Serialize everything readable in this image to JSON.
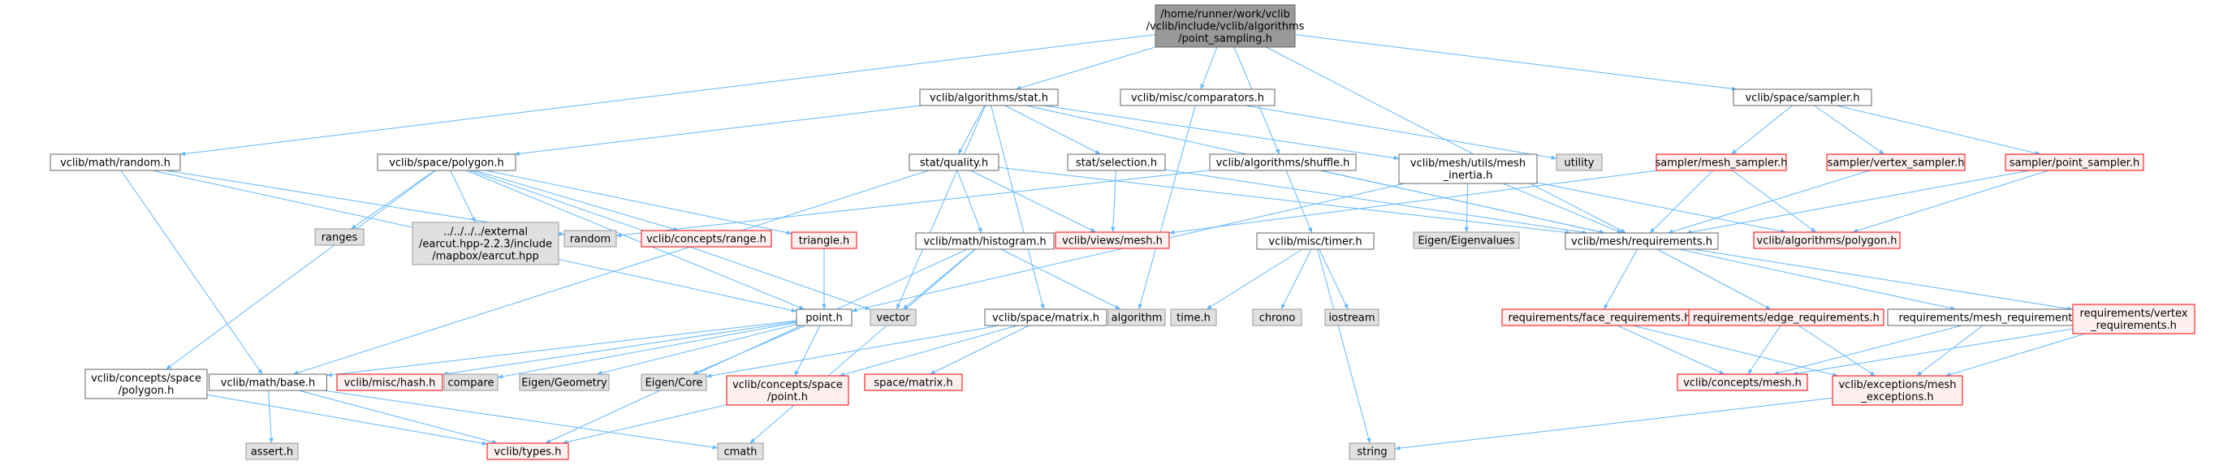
{
  "style": {
    "edge": "#63b8ff",
    "root_fill": "#999999",
    "root_stroke": "#666666",
    "doc_fill": "#ffffff",
    "doc_stroke": "#666666",
    "nodoc_fill": "#fff0f0",
    "nodoc_stroke": "#ff0000",
    "sys_fill": "#e0e0e0",
    "sys_stroke": "#999999"
  },
  "nodes": {
    "root": {
      "lines": [
        "/home/runner/work/vclib",
        "/vclib/include/vclib/algorithms",
        "/point_sampling.h"
      ],
      "kind": "root"
    },
    "stat": {
      "lines": [
        "vclib/algorithms/stat.h"
      ],
      "kind": "doc"
    },
    "comparators": {
      "lines": [
        "vclib/misc/comparators.h"
      ],
      "kind": "doc"
    },
    "sampler": {
      "lines": [
        "vclib/space/sampler.h"
      ],
      "kind": "doc"
    },
    "random_h": {
      "lines": [
        "vclib/math/random.h"
      ],
      "kind": "doc"
    },
    "polygon_h": {
      "lines": [
        "vclib/space/polygon.h"
      ],
      "kind": "doc"
    },
    "quality": {
      "lines": [
        "stat/quality.h"
      ],
      "kind": "doc"
    },
    "selection": {
      "lines": [
        "stat/selection.h"
      ],
      "kind": "doc"
    },
    "shuffle": {
      "lines": [
        "vclib/algorithms/shuffle.h"
      ],
      "kind": "doc"
    },
    "inertia": {
      "lines": [
        "vclib/mesh/utils/mesh",
        "_inertia.h"
      ],
      "kind": "doc"
    },
    "utility": {
      "lines": [
        "utility"
      ],
      "kind": "sys"
    },
    "mesh_sampler": {
      "lines": [
        "sampler/mesh_sampler.h"
      ],
      "kind": "nodoc"
    },
    "vertex_sampler": {
      "lines": [
        "sampler/vertex_sampler.h"
      ],
      "kind": "nodoc"
    },
    "point_sampler": {
      "lines": [
        "sampler/point_sampler.h"
      ],
      "kind": "nodoc"
    },
    "ranges": {
      "lines": [
        "ranges"
      ],
      "kind": "sys"
    },
    "earcut": {
      "lines": [
        "../../../../external",
        "/earcut.hpp-2.2.3/include",
        "/mapbox/earcut.hpp"
      ],
      "kind": "sys"
    },
    "random_std": {
      "lines": [
        "random"
      ],
      "kind": "sys"
    },
    "range_h": {
      "lines": [
        "vclib/concepts/range.h"
      ],
      "kind": "nodoc"
    },
    "triangle": {
      "lines": [
        "triangle.h"
      ],
      "kind": "nodoc"
    },
    "views_mesh": {
      "lines": [
        "vclib/views/mesh.h"
      ],
      "kind": "nodoc"
    },
    "histogram": {
      "lines": [
        "vclib/math/histogram.h"
      ],
      "kind": "doc"
    },
    "timer": {
      "lines": [
        "vclib/misc/timer.h"
      ],
      "kind": "doc"
    },
    "eigenvalues": {
      "lines": [
        "Eigen/Eigenvalues"
      ],
      "kind": "sys"
    },
    "requirements": {
      "lines": [
        "vclib/mesh/requirements.h"
      ],
      "kind": "doc"
    },
    "alg_polygon": {
      "lines": [
        "vclib/algorithms/polygon.h"
      ],
      "kind": "nodoc"
    },
    "point_h": {
      "lines": [
        "point.h"
      ],
      "kind": "doc"
    },
    "vector": {
      "lines": [
        "vector"
      ],
      "kind": "sys"
    },
    "algorithm": {
      "lines": [
        "algorithm"
      ],
      "kind": "sys"
    },
    "matrix_h": {
      "lines": [
        "vclib/space/matrix.h"
      ],
      "kind": "doc"
    },
    "time_h": {
      "lines": [
        "time.h"
      ],
      "kind": "sys"
    },
    "chrono": {
      "lines": [
        "chrono"
      ],
      "kind": "sys"
    },
    "iostream": {
      "lines": [
        "iostream"
      ],
      "kind": "sys"
    },
    "face_req": {
      "lines": [
        "requirements/face_requirements.h"
      ],
      "kind": "nodoc"
    },
    "edge_req": {
      "lines": [
        "requirements/edge_requirements.h"
      ],
      "kind": "nodoc"
    },
    "mesh_req": {
      "lines": [
        "requirements/mesh_requirements.h"
      ],
      "kind": "doc"
    },
    "vertex_req": {
      "lines": [
        "requirements/vertex",
        "_requirements.h"
      ],
      "kind": "nodoc"
    },
    "concepts_polygon": {
      "lines": [
        "vclib/concepts/space",
        "/polygon.h"
      ],
      "kind": "doc"
    },
    "base_h": {
      "lines": [
        "vclib/math/base.h"
      ],
      "kind": "doc"
    },
    "hash_h": {
      "lines": [
        "vclib/misc/hash.h"
      ],
      "kind": "nodoc"
    },
    "compare": {
      "lines": [
        "compare"
      ],
      "kind": "sys"
    },
    "eigen_geometry": {
      "lines": [
        "Eigen/Geometry"
      ],
      "kind": "sys"
    },
    "eigen_core": {
      "lines": [
        "Eigen/Core"
      ],
      "kind": "sys"
    },
    "concepts_point": {
      "lines": [
        "vclib/concepts/space",
        "/point.h"
      ],
      "kind": "nodoc"
    },
    "space_matrix": {
      "lines": [
        "space/matrix.h"
      ],
      "kind": "nodoc"
    },
    "concepts_mesh": {
      "lines": [
        "vclib/concepts/mesh.h"
      ],
      "kind": "nodoc"
    },
    "mesh_exceptions": {
      "lines": [
        "vclib/exceptions/mesh",
        "_exceptions.h"
      ],
      "kind": "nodoc"
    },
    "assert_h": {
      "lines": [
        "assert.h"
      ],
      "kind": "sys"
    },
    "types_h": {
      "lines": [
        "vclib/types.h"
      ],
      "kind": "nodoc"
    },
    "cmath": {
      "lines": [
        "cmath"
      ],
      "kind": "sys"
    },
    "string": {
      "lines": [
        "string"
      ],
      "kind": "sys"
    }
  },
  "edges": [
    [
      "root",
      "stat"
    ],
    [
      "root",
      "comparators"
    ],
    [
      "root",
      "sampler"
    ],
    [
      "root",
      "random_h"
    ],
    [
      "root",
      "shuffle"
    ],
    [
      "root",
      "requirements"
    ],
    [
      "stat",
      "polygon_h"
    ],
    [
      "stat",
      "quality"
    ],
    [
      "stat",
      "selection"
    ],
    [
      "stat",
      "inertia"
    ],
    [
      "stat",
      "vector"
    ],
    [
      "stat",
      "matrix_h"
    ],
    [
      "stat",
      "requirements"
    ],
    [
      "comparators",
      "utility"
    ],
    [
      "comparators",
      "algorithm"
    ],
    [
      "sampler",
      "mesh_sampler"
    ],
    [
      "sampler",
      "vertex_sampler"
    ],
    [
      "sampler",
      "point_sampler"
    ],
    [
      "random_h",
      "random_std"
    ],
    [
      "random_h",
      "point_h"
    ],
    [
      "random_h",
      "base_h"
    ],
    [
      "polygon_h",
      "ranges"
    ],
    [
      "polygon_h",
      "earcut"
    ],
    [
      "polygon_h",
      "range_h"
    ],
    [
      "polygon_h",
      "triangle"
    ],
    [
      "polygon_h",
      "point_h"
    ],
    [
      "polygon_h",
      "vector"
    ],
    [
      "polygon_h",
      "concepts_polygon"
    ],
    [
      "quality",
      "histogram"
    ],
    [
      "quality",
      "views_mesh"
    ],
    [
      "quality",
      "requirements"
    ],
    [
      "quality",
      "base_h"
    ],
    [
      "selection",
      "views_mesh"
    ],
    [
      "selection",
      "requirements"
    ],
    [
      "shuffle",
      "random_std"
    ],
    [
      "shuffle",
      "timer"
    ],
    [
      "shuffle",
      "requirements"
    ],
    [
      "inertia",
      "point_h"
    ],
    [
      "inertia",
      "eigenvalues"
    ],
    [
      "inertia",
      "requirements"
    ],
    [
      "inertia",
      "alg_polygon"
    ],
    [
      "mesh_sampler",
      "views_mesh"
    ],
    [
      "mesh_sampler",
      "requirements"
    ],
    [
      "mesh_sampler",
      "alg_polygon"
    ],
    [
      "vertex_sampler",
      "requirements"
    ],
    [
      "point_sampler",
      "requirements"
    ],
    [
      "point_sampler",
      "alg_polygon"
    ],
    [
      "triangle",
      "point_h"
    ],
    [
      "histogram",
      "vector"
    ],
    [
      "histogram",
      "algorithm"
    ],
    [
      "histogram",
      "types_h"
    ],
    [
      "histogram",
      "cmath"
    ],
    [
      "timer",
      "time_h"
    ],
    [
      "timer",
      "chrono"
    ],
    [
      "timer",
      "iostream"
    ],
    [
      "timer",
      "string"
    ],
    [
      "requirements",
      "face_req"
    ],
    [
      "requirements",
      "edge_req"
    ],
    [
      "requirements",
      "mesh_req"
    ],
    [
      "requirements",
      "vertex_req"
    ],
    [
      "point_h",
      "base_h"
    ],
    [
      "point_h",
      "hash_h"
    ],
    [
      "point_h",
      "compare"
    ],
    [
      "point_h",
      "eigen_geometry"
    ],
    [
      "point_h",
      "eigen_core"
    ],
    [
      "point_h",
      "concepts_point"
    ],
    [
      "matrix_h",
      "eigen_core"
    ],
    [
      "matrix_h",
      "concepts_point"
    ],
    [
      "matrix_h",
      "space_matrix"
    ],
    [
      "face_req",
      "concepts_mesh"
    ],
    [
      "face_req",
      "mesh_exceptions"
    ],
    [
      "edge_req",
      "concepts_mesh"
    ],
    [
      "edge_req",
      "mesh_exceptions"
    ],
    [
      "mesh_req",
      "concepts_mesh"
    ],
    [
      "mesh_req",
      "mesh_exceptions"
    ],
    [
      "vertex_req",
      "concepts_mesh"
    ],
    [
      "vertex_req",
      "mesh_exceptions"
    ],
    [
      "concepts_polygon",
      "types_h"
    ],
    [
      "base_h",
      "assert_h"
    ],
    [
      "base_h",
      "types_h"
    ],
    [
      "base_h",
      "cmath"
    ],
    [
      "concepts_point",
      "types_h"
    ],
    [
      "mesh_exceptions",
      "string"
    ]
  ]
}
